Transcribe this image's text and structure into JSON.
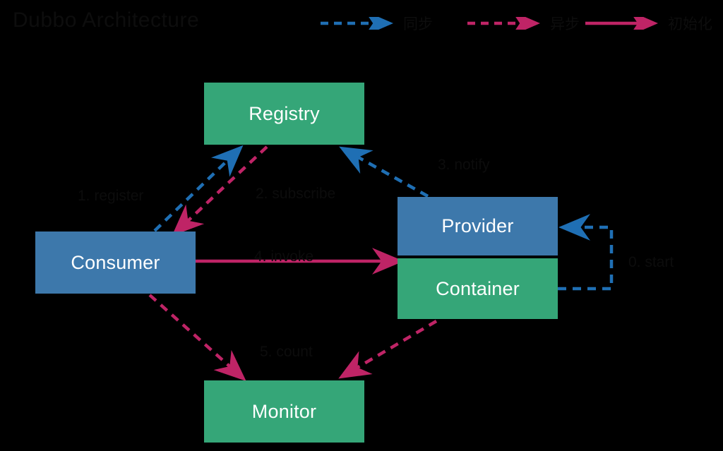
{
  "page": {
    "title": "Dubbo Architecture",
    "background": "#000000"
  },
  "legend": {
    "items": [
      {
        "label": "同步",
        "style": "dashed",
        "color": "#1f6fb4",
        "name": "legend-sync"
      },
      {
        "label": "异步",
        "style": "dashed",
        "color": "#bf2466",
        "name": "legend-async"
      },
      {
        "label": "初始化",
        "style": "solid",
        "color": "#bf2466",
        "name": "legend-init"
      }
    ]
  },
  "nodes": {
    "registry": {
      "label": "Registry",
      "color": "#35a678"
    },
    "consumer": {
      "label": "Consumer",
      "color": "#3d78ab"
    },
    "provider": {
      "label": "Provider",
      "color": "#3d78ab"
    },
    "container": {
      "label": "Container",
      "color": "#35a678"
    },
    "monitor": {
      "label": "Monitor",
      "color": "#35a678"
    }
  },
  "edges": {
    "start": {
      "label": "0. start",
      "from": "container",
      "to": "provider",
      "color": "#1f6fb4",
      "style": "dashed"
    },
    "register": {
      "label": "1. register",
      "from": "provider",
      "to": "registry",
      "color": "#1f6fb4",
      "style": "dashed"
    },
    "subscribe": {
      "label": "2. subscribe",
      "from": "consumer",
      "to": "registry",
      "color": "#1f6fb4",
      "style": "dashed"
    },
    "notify": {
      "label": "3. notify",
      "from": "registry",
      "to": "consumer",
      "color": "#bf2466",
      "style": "dashed"
    },
    "invoke": {
      "label": "4. invoke",
      "from": "consumer",
      "to": "provider",
      "color": "#bf2466",
      "style": "solid"
    },
    "count": {
      "label": "5. count",
      "from": "consumer,provider",
      "to": "monitor",
      "color": "#bf2466",
      "style": "dashed"
    }
  },
  "colors": {
    "blue": "#1f6fb4",
    "crimson": "#bf2466",
    "node_blue": "#3d78ab",
    "node_green": "#35a678",
    "background": "#000000",
    "text_dark": "#0c0c0c",
    "text_light": "#ffffff"
  }
}
